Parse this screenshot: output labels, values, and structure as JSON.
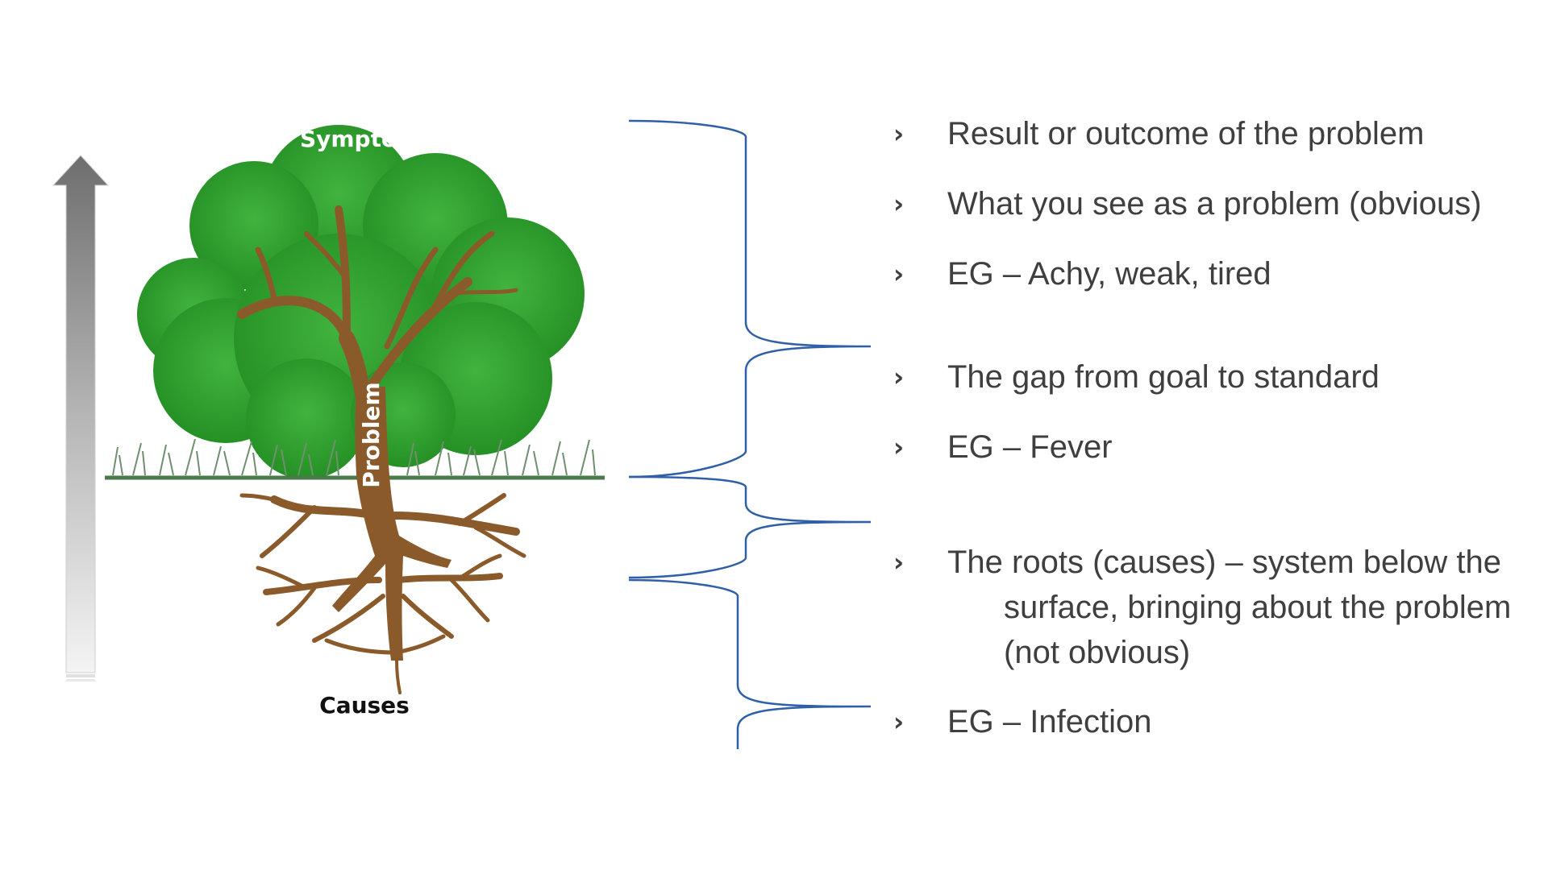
{
  "tree": {
    "symptoms_label": "Symptoms",
    "problem_label": "Problem",
    "causes_label": "Causes"
  },
  "bullets": [
    {
      "lines": [
        "Result or outcome of the problem"
      ]
    },
    {
      "lines": [
        "What you see as a problem (obvious)"
      ]
    },
    {
      "lines": [
        "EG – Achy, weak, tired"
      ]
    },
    {
      "lines": [
        "The gap from goal to standard"
      ]
    },
    {
      "lines": [
        "EG – Fever"
      ]
    },
    {
      "lines": [
        "The roots (causes) – system below the",
        "surface, bringing about the problem",
        "(not obvious)"
      ]
    },
    {
      "lines": [
        "EG – Infection"
      ]
    }
  ],
  "bullet_glyph": "›",
  "colors": {
    "foliage": "#2e9a2e",
    "foliage_dark": "#1f7a1f",
    "trunk": "#8b5a2b",
    "ground": "#4a7a4a",
    "brace": "#2f5fa6",
    "text": "#3f3f3f"
  }
}
